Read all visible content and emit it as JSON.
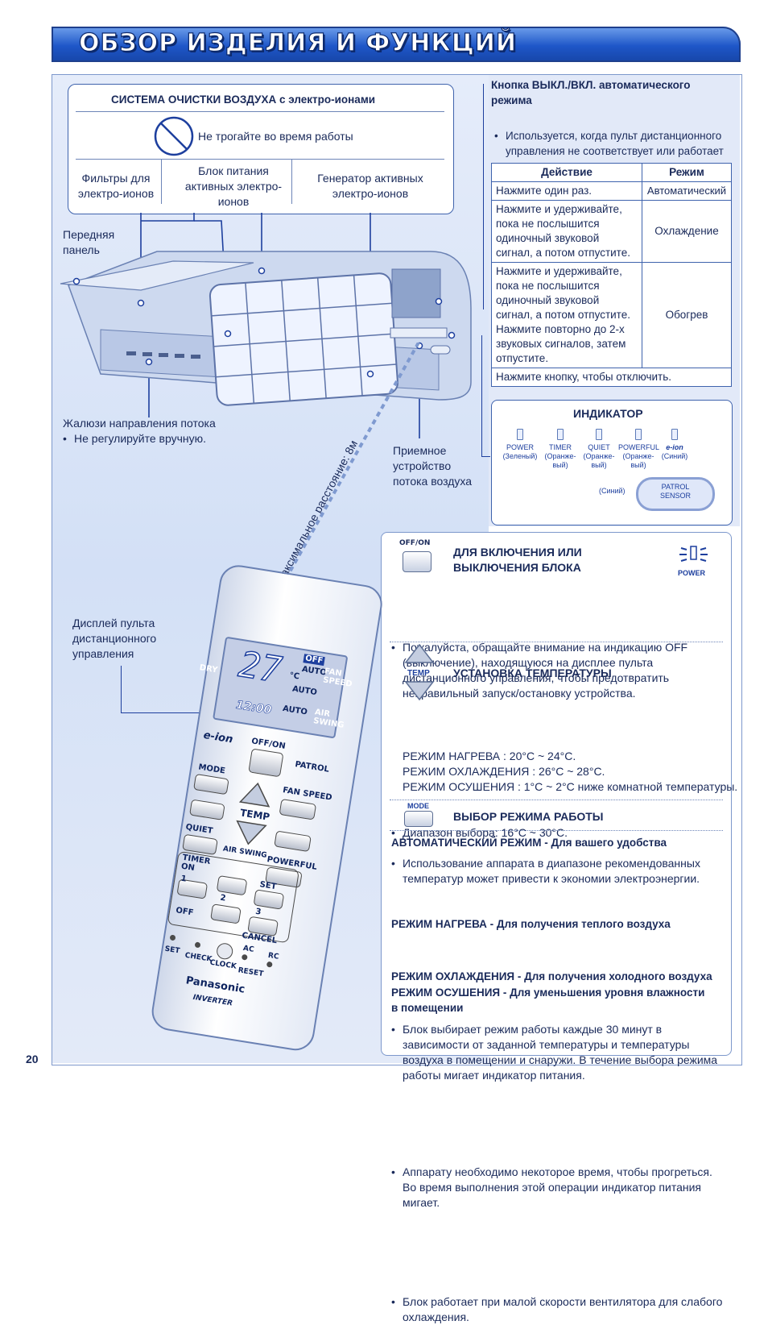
{
  "page": {
    "title": "ОБЗОР ИЗДЕЛИЯ И ФУНКЦИЙ",
    "number": "20"
  },
  "air_purify": {
    "title_bold": "СИСТЕМА ОЧИСТКИ ВОЗДУХА",
    "title_rest": " с электро-ионами",
    "warning": "Не трогайте во время работы",
    "col1": "Фильтры для электро-ионов",
    "col2": "Блок питания активных электро-ионов",
    "col3": "Генератор активных электро-ионов"
  },
  "unit_labels": {
    "front_panel": "Передняя панель",
    "louver": "Жалюзи направления потока",
    "louver_note": "Не регулируйте вручную.",
    "receiver": "Приемное устройство потока воздуха",
    "distance": "Максимальное расстояние: 8м",
    "remote_display": "Дисплей пульта дистанционного управления"
  },
  "auto_button": {
    "title": "Кнопка ВЫКЛ./ВКЛ. автоматического режима",
    "note": "Используется, когда пульт дистанционного управления не соответствует или работает неисправно.",
    "table_head": [
      "Действие",
      "Режим"
    ],
    "rows": [
      {
        "action": "Нажмите один раз.",
        "mode": "Автоматический"
      },
      {
        "action": "Нажмите и удерживайте, пока не послышится одиночный звуковой сигнал, а потом отпустите.",
        "mode": "Охлаждение"
      },
      {
        "action": "Нажмите и удерживайте, пока не послышится одиночный звуковой сигнал, а потом отпустите. Нажмите повторно до 2-х звуковых сигналов, затем отпустите.",
        "mode": "Обогрев"
      },
      {
        "action": "Нажмите кнопку, чтобы отключить.",
        "mode": ""
      }
    ]
  },
  "indicator": {
    "title": "ИНДИКАТОР",
    "items": [
      {
        "name": "POWER",
        "color": "(Зеленый)"
      },
      {
        "name": "TIMER",
        "color": "(Оранже-вый)"
      },
      {
        "name": "QUIET",
        "color": "(Оранже-вый)"
      },
      {
        "name": "POWERFUL",
        "color": "(Оранже-вый)"
      },
      {
        "name": "e-ion",
        "color": "(Синий)"
      }
    ],
    "patrol_color": "(Синий)",
    "patrol_line1": "PATROL",
    "patrol_line2": "SENSOR"
  },
  "functions": {
    "onoff_btn": "OFF/ON",
    "onoff_title": "ДЛЯ ВКЛЮЧЕНИЯ ИЛИ ВЫКЛЮЧЕНИЯ БЛОКА",
    "power_label": "POWER",
    "onoff_note": "Пожалуйста, обращайте внимание на индикацию OFF (выключение), находящуюся на дисплее пульта дистанционного управления, чтобы предотвратить неправильный запуск/остановку устройства.",
    "temp_btn": "TEMP",
    "temp_title": "УСТАНОВКА ТЕМПЕРАТУРЫ",
    "temp_b1": "Диапазон выбора: 16°C ~ 30°C.",
    "temp_b2": "Использование аппарата в диапазоне рекомендованных температур может привести к экономии электроэнергии.",
    "temp_heat": "РЕЖИМ НАГРЕВА : 20°C ~ 24°C.",
    "temp_cool": "РЕЖИМ ОХЛАЖДЕНИЯ : 26°C ~ 28°C.",
    "temp_dry": "РЕЖИМ ОСУШЕНИЯ : 1°C ~ 2°C ниже комнатной температуры.",
    "mode_btn": "MODE",
    "mode_title": "ВЫБОР РЕЖИМА РАБОТЫ",
    "auto_title": "АВТОМАТИЧЕСКИЙ РЕЖИМ - Для вашего удобства",
    "auto_note": "Блок выбирает режим работы каждые 30 минут в зависимости от заданной температуры и температуры воздуха в помещении и снаружи. В течение выбора режима работы мигает индикатор питания.",
    "heat_title": "РЕЖИМ НАГРЕВА - Для получения теплого воздуха",
    "heat_note": "Аппарату необходимо некоторое время, чтобы прогреться. Во время выполнения этой операции индикатор питания мигает.",
    "cool_title": "РЕЖИМ ОХЛАЖДЕНИЯ - Для получения холодного воздуха",
    "dry_title": "РЕЖИМ ОСУШЕНИЯ - Для уменьшения уровня влажности в помещении",
    "dry_note": "Блок работает при малой скорости вентилятора для слабого охлаждения."
  },
  "remote": {
    "temp_value": "27",
    "unit": "°C",
    "off": "OFF",
    "auto": "AUTO",
    "fan_speed": "FAN SPEED",
    "air_swing": "AIR SWING",
    "dry": "DRY",
    "clock": "12:00",
    "eion": "e-ion",
    "offon": "OFF/ON",
    "patrol": "PATROL",
    "mode": "MODE",
    "fan_speed_btn": "FAN SPEED",
    "temp": "TEMP",
    "quiet": "QUIET",
    "air_swing_btn": "AIR SWING",
    "powerful": "POWERFUL",
    "timer_on": "TIMER ON",
    "set": "SET",
    "one": "1",
    "two": "2",
    "three": "3",
    "off_btn": "OFF",
    "cancel": "CANCEL",
    "set_small": "SET",
    "check": "CHECK",
    "clock_btn": "CLOCK",
    "ac": "AC",
    "rc": "RC",
    "reset": "RESET",
    "brand": "Panasonic",
    "inverter": "INVERTER"
  }
}
